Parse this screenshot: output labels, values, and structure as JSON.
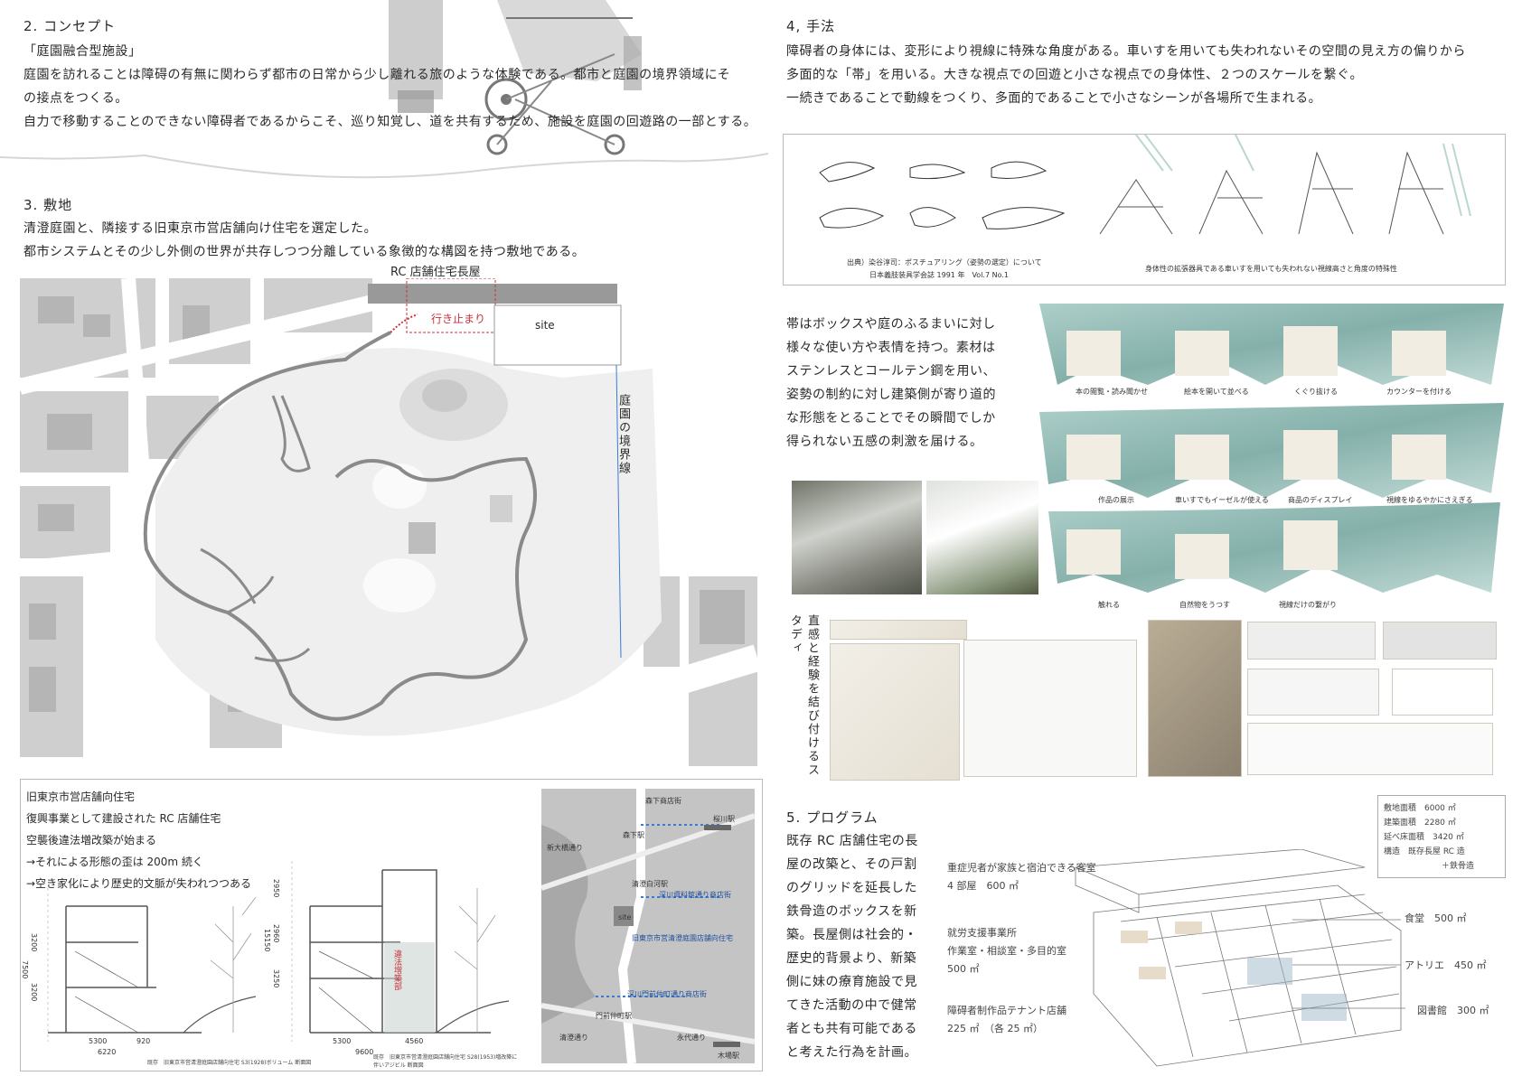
{
  "concept": {
    "heading": "2. コンセプト",
    "lines": [
      "「庭園融合型施設」",
      "庭園を訪れることは障碍の有無に関わらず都市の日常から少し離れる旅のような体験である。都市と庭園の境界領域にそ",
      "の接点をつくる。",
      "自力で移動することのできない障碍者であるからこそ、巡り知覚し、道を共有するため、施設を庭園の回遊路の一部とする。"
    ]
  },
  "site": {
    "heading": "3. 敷地",
    "lines": [
      "清澄庭園と、隣接する旧東京市営店舗向け住宅を選定した。",
      "都市システムとその少し外側の世界が共存しつつ分離している象徴的な構図を持つ敷地である。"
    ],
    "map_labels": {
      "rc_house": "RC 店舗住宅長屋",
      "dead_end": "行き止まり",
      "site": "site",
      "boundary": "庭園の境界線"
    }
  },
  "history": {
    "lines": [
      "旧東京市営店舗向住宅",
      "復興事業として建設された RC 店舗住宅",
      "空襲後違法増改築が始まる",
      "→それによる形態の歪は 200m 続く",
      "→空き家化により歴史的文脈が失われつつある"
    ],
    "section_label": "違法増築部",
    "dims_left": [
      "5300",
      "920",
      "6220"
    ],
    "dims_right": [
      "5300",
      "9600",
      "4560"
    ],
    "heights": [
      "3200",
      "3200",
      "7500"
    ],
    "heights_right": [
      "2950",
      "2960",
      "3250",
      "15150"
    ],
    "caption_left": "既存　旧東京市営清澄庭園店舗向住宅 S3(1928)ボリューム 断面図",
    "caption_right": "既存　旧東京市営清澄庭園店舗向住宅 S28(1953)増改築に伴いアジビル 断面図",
    "map_labels": [
      "森下商店街",
      "桜川駅",
      "森下駅",
      "新大橋通り",
      "清澄白河駅",
      "深川資料館通り商店街",
      "site",
      "旧東京市営清澄庭園店舗向住宅",
      "深川門前仲町通り商店街",
      "門前仲町駅",
      "永代通り",
      "木場駅",
      "清澄通り"
    ]
  },
  "method": {
    "heading": "4, 手法",
    "lines": [
      "障碍者の身体には、変形により視線に特殊な角度がある。車いすを用いても失われないその空間の見え方の偏りから",
      "多面的な「帯」を用いる。大きな視点での回遊と小さな視点での身体性、２つのスケールを繋ぐ。",
      "一続きであることで動線をつくり、多面的であることで小さなシーンが各場所で生まれる。"
    ],
    "caption_source_1": "出典）染谷淳司：ポスチュアリング（姿勢の選定）について",
    "caption_source_2": "日本義肢装具学会誌 1991 年　Vol.7 No.1",
    "caption_right": "身体性の拡張器具である車いすを用いても失われない視線高さと角度の特殊性",
    "band_text": [
      "帯はボックスや庭のふるまいに対し",
      "様々な使い方や表情を持つ。素材は",
      "ステンレスとコールテン鋼を用い、",
      "姿勢の制約に対し建築側が寄り道的",
      "な形態をとることでその瞬間でしか",
      "得られない五感の刺激を届ける。"
    ],
    "scene_row1": [
      "本の閲覧・読み聞かせ",
      "絵本を開いて並べる",
      "くぐり抜ける",
      "カウンターを付ける"
    ],
    "scene_row2": [
      "作品の展示",
      "車いすでもイーゼルが使える",
      "商品のディスプレイ",
      "視線をゆるやかにさえぎる"
    ],
    "scene_row3": [
      "触れる",
      "自然物をうつす",
      "視線だけの繋がり"
    ],
    "study_label": "直感と経験を結び付けるスタディ"
  },
  "program": {
    "heading": "5.  プログラム",
    "text": [
      "既存 RC 店舗住宅の長",
      "屋の改築と、その戸割",
      "のグリッドを延長した",
      "鉄骨造のボックスを新",
      "築。長屋側は社会的・",
      "歴史的背景より、新築",
      "側に妹の療育施設で見",
      "てきた活動の中で健常",
      "者とも共有可能である",
      "と考えた行為を計画。"
    ],
    "stats": [
      "敷地面積　6000 ㎡",
      "建築面積　2280 ㎡",
      "延べ床面積　3420 ㎡",
      "構造　既存長屋 RC 造",
      "＋鉄骨造"
    ],
    "left_items": [
      {
        "title": "重症児者が家族と宿泊できる客室",
        "detail": "4 部屋　600 ㎡"
      },
      {
        "title": "就労支援事業所",
        "detail": "作業室・相談室・多目的室"
      },
      {
        "title": "",
        "detail": "500 ㎡"
      },
      {
        "title": "障碍者制作品テナント店舗",
        "detail": "225 ㎡　（各 25 ㎡）"
      }
    ],
    "right_items": [
      "食堂　500 ㎡",
      "アトリエ　450 ㎡",
      "図書館　300 ㎡"
    ]
  },
  "colors": {
    "accent_red": "#c8323c",
    "teal": "#7fb2ab",
    "blue_line": "#3a7bd5"
  }
}
